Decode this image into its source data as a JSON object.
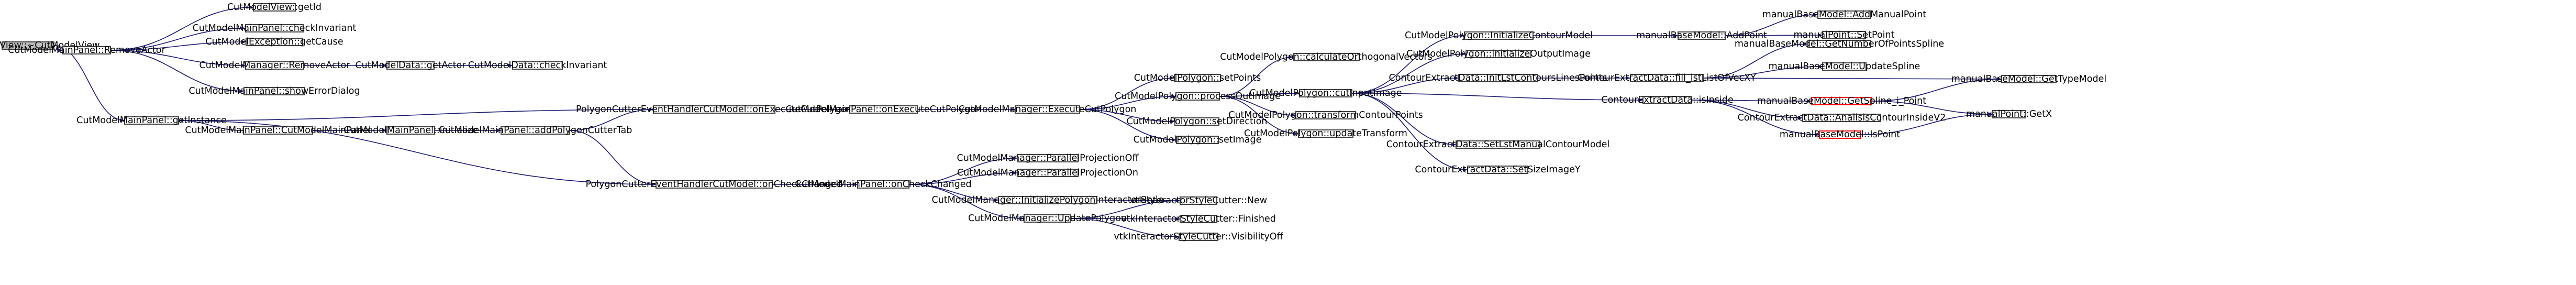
{
  "colors": {
    "node_border": "#404040",
    "node_fill": "#ffffff",
    "root_fill": "#bfbfbf",
    "highlight_border": "#ff0000",
    "edge": "#191970",
    "text": "#000000"
  },
  "nodes": [
    {
      "id": "n0",
      "label": "CutModelView::~CutModelView",
      "root": true
    },
    {
      "id": "n1",
      "label": "CutModelMainPanel::RemoveActor"
    },
    {
      "id": "n2",
      "label": "CutModelMainPanel::getInstance"
    },
    {
      "id": "n3",
      "label": "CutModelView::getId"
    },
    {
      "id": "n4",
      "label": "CutModelMainPanel::checkInvariant"
    },
    {
      "id": "n5",
      "label": "CutModelException::getCause"
    },
    {
      "id": "n6",
      "label": "CutModelManager::RemoveActor"
    },
    {
      "id": "n7",
      "label": "CutModelMainPanel::showErrorDialog"
    },
    {
      "id": "n8",
      "label": "CutModelData::getActor"
    },
    {
      "id": "n9",
      "label": "CutModelData::checkInvariant"
    },
    {
      "id": "n10",
      "label": "CutModelMainPanel::CutModelMainPanel"
    },
    {
      "id": "n11",
      "label": "CutModelMainPanel::initialize"
    },
    {
      "id": "n12",
      "label": "CutModelMainPanel::addPolygonCutterTab"
    },
    {
      "id": "n13",
      "label": "PolygonCutterEventHandlerCutModel::onExecuteCutPolygon"
    },
    {
      "id": "n14",
      "label": "PolygonCutterEventHandlerCutModel::onCheckChanged"
    },
    {
      "id": "n15",
      "label": "CutModelMainPanel::onExecuteCutPolygon"
    },
    {
      "id": "n16",
      "label": "CutModelMainPanel::onCheckChanged"
    },
    {
      "id": "n17",
      "label": "CutModelManager::ExecuteCutPolygon"
    },
    {
      "id": "n18",
      "label": "CutModelManager::ParallelProjectionOff"
    },
    {
      "id": "n19",
      "label": "CutModelManager::ParallelProjectionOn"
    },
    {
      "id": "n20",
      "label": "CutModelManager::InitializePolygonInteractorStyle"
    },
    {
      "id": "n21",
      "label": "CutModelManager::UpdatePolygon"
    },
    {
      "id": "n22",
      "label": "CutModelPolygon::setPoints"
    },
    {
      "id": "n23",
      "label": "CutModelPolygon::processOutImage"
    },
    {
      "id": "n24",
      "label": "CutModelPolygon::setDirection"
    },
    {
      "id": "n25",
      "label": "CutModelPolygon::setImage"
    },
    {
      "id": "n26",
      "label": "vtkInteractorStyleCutter::New"
    },
    {
      "id": "n27",
      "label": "vtkInteractorStyleCutter::Finished"
    },
    {
      "id": "n28",
      "label": "vtkInteractorStyleCutter::VisibilityOff"
    },
    {
      "id": "n29",
      "label": "CutModelPolygon::calculateOrthogonalVectors"
    },
    {
      "id": "n30",
      "label": "CutModelPolygon::cutInputImage"
    },
    {
      "id": "n31",
      "label": "CutModelPolygon::transformContourPoints"
    },
    {
      "id": "n32",
      "label": "CutModelPolygon::updateTransform"
    },
    {
      "id": "n33",
      "label": "CutModelPolygon::InitializeContourModel"
    },
    {
      "id": "n34",
      "label": "CutModelPolygon::initializeOutputImage"
    },
    {
      "id": "n35",
      "label": "ContourExtractData::InitLstContoursLinesPoints"
    },
    {
      "id": "n36",
      "label": "ContourExtractData::isInside"
    },
    {
      "id": "n37",
      "label": "ContourExtractData::SetLstManualContourModel"
    },
    {
      "id": "n38",
      "label": "ContourExtractData::SetSizeImageY"
    },
    {
      "id": "n39",
      "label": "manualBaseModel::AddPoint"
    },
    {
      "id": "n40",
      "label": "ContourExtractData::fill_lstListOfVecXY"
    },
    {
      "id": "n41",
      "label": "manualBaseModel::AddManualPoint"
    },
    {
      "id": "n42",
      "label": "manualPoint::SetPoint"
    },
    {
      "id": "n43",
      "label": "manualBaseModel::GetNumberOfPointsSpline"
    },
    {
      "id": "n44",
      "label": "manualBaseModel::UpdateSpline"
    },
    {
      "id": "n45",
      "label": "manualBaseModel::GetTypeModel"
    },
    {
      "id": "n46",
      "label": "manualBaseModel::GetSpline_i_Point",
      "highlight": true
    },
    {
      "id": "n47",
      "label": "ContourExtractData::AnalisisContourInsideV2"
    },
    {
      "id": "n48",
      "label": "manualBaseModel::IsPoint",
      "highlight": true
    },
    {
      "id": "n49",
      "label": "manualPoint::GetX"
    }
  ],
  "edges": [
    [
      "n0",
      "n1"
    ],
    [
      "n0",
      "n2"
    ],
    [
      "n1",
      "n3"
    ],
    [
      "n1",
      "n4"
    ],
    [
      "n1",
      "n5"
    ],
    [
      "n1",
      "n6"
    ],
    [
      "n1",
      "n7"
    ],
    [
      "n6",
      "n8"
    ],
    [
      "n8",
      "n9"
    ],
    [
      "n10",
      "n2"
    ],
    [
      "n10",
      "n11"
    ],
    [
      "n11",
      "n12"
    ],
    [
      "n12",
      "n13"
    ],
    [
      "n13",
      "n2"
    ],
    [
      "n13",
      "n15"
    ],
    [
      "n12",
      "n14"
    ],
    [
      "n14",
      "n2"
    ],
    [
      "n14",
      "n16"
    ],
    [
      "n15",
      "n17"
    ],
    [
      "n16",
      "n18"
    ],
    [
      "n16",
      "n19"
    ],
    [
      "n16",
      "n20"
    ],
    [
      "n16",
      "n21"
    ],
    [
      "n17",
      "n22"
    ],
    [
      "n17",
      "n23"
    ],
    [
      "n17",
      "n24"
    ],
    [
      "n17",
      "n25"
    ],
    [
      "n20",
      "n26"
    ],
    [
      "n21",
      "n26"
    ],
    [
      "n21",
      "n27"
    ],
    [
      "n21",
      "n28"
    ],
    [
      "n23",
      "n29"
    ],
    [
      "n23",
      "n30"
    ],
    [
      "n23",
      "n31"
    ],
    [
      "n23",
      "n32"
    ],
    [
      "n30",
      "n33"
    ],
    [
      "n30",
      "n34"
    ],
    [
      "n30",
      "n35"
    ],
    [
      "n30",
      "n36"
    ],
    [
      "n30",
      "n37"
    ],
    [
      "n30",
      "n38"
    ],
    [
      "n33",
      "n39"
    ],
    [
      "n39",
      "n41"
    ],
    [
      "n39",
      "n42"
    ],
    [
      "n35",
      "n40"
    ],
    [
      "n40",
      "n43"
    ],
    [
      "n40",
      "n44"
    ],
    [
      "n40",
      "n45"
    ],
    [
      "n36",
      "n46"
    ],
    [
      "n36",
      "n47"
    ],
    [
      "n36",
      "n48"
    ],
    [
      "n46",
      "n45"
    ],
    [
      "n46",
      "n49"
    ],
    [
      "n48",
      "n49"
    ]
  ]
}
